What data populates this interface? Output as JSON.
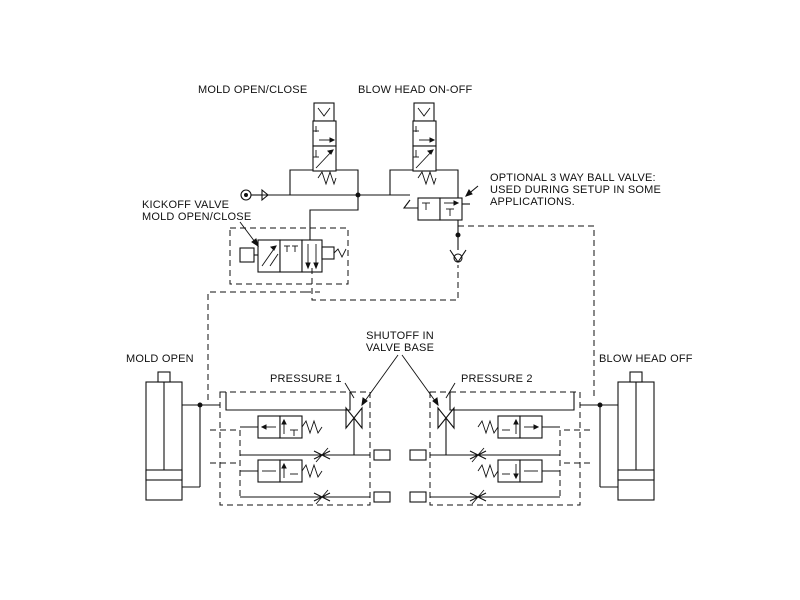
{
  "labels": {
    "mold_open_close": "MOLD OPEN/CLOSE",
    "blow_head_on_off": "BLOW HEAD ON-OFF",
    "optional_valve_line1": "OPTIONAL 3 WAY BALL VALVE:",
    "optional_valve_line2": "USED DURING SETUP IN SOME",
    "optional_valve_line3": "APPLICATIONS.",
    "kickoff_line1": "KICKOFF VALVE",
    "kickoff_line2": "MOLD OPEN/CLOSE",
    "shutoff_line1": "SHUTOFF IN",
    "shutoff_line2": "VALVE BASE",
    "pressure_1": "PRESSURE 1",
    "pressure_2": "PRESSURE 2",
    "mold_open": "MOLD OPEN",
    "blow_head_off": "BLOW HEAD OFF"
  }
}
